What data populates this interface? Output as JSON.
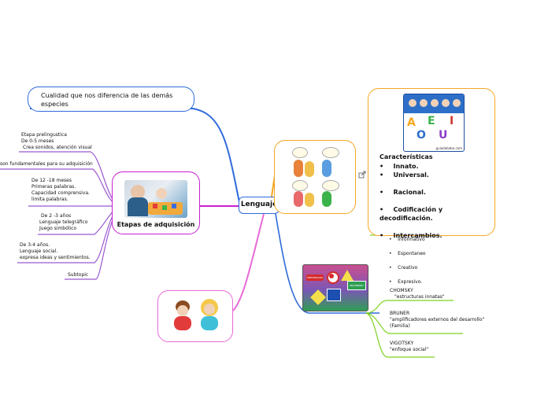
{
  "central": "Lenguaje",
  "cualidad": "Cualidad que nos diferencia de las demás especies",
  "etapas": {
    "title": "Etapas de adquisición",
    "items": [
      [
        "Etapa prelingustica",
        "De 0-5 meses",
        "Crea sonidos, atención visual"
      ],
      [
        "son fundamentales para su adquisición"
      ],
      [
        "De 12 -18 meses",
        "Primeras palabras.",
        "Capacidad comprensiva.",
        "limita palabras."
      ],
      [
        "De 2 -3 años",
        "Lenguaje telegráfico",
        "Juego simbólico"
      ],
      [
        "De 3-4 años.",
        "Lenguaje social.",
        "expresa ideas y sentimientos."
      ],
      [
        "Subtopic"
      ]
    ]
  },
  "caracteristicas": {
    "title": "Características",
    "items": [
      "Innato.",
      "Universal.",
      "Racional.",
      "Codificación y decodificación.",
      "Intercambios."
    ],
    "vowels_caption": "guiadebebe.com"
  },
  "funciones": [
    "Informativo",
    "Espontaneo",
    "Creativo",
    "Expresivo."
  ],
  "teorias": [
    [
      "CHOMSKY",
      "\"estructuras innatas\""
    ],
    [
      "BRUNER",
      "\"amplificadores externos del desarrollo\"",
      "(Familia)"
    ],
    [
      "VIGOTSKY",
      "\"enfoque social\""
    ]
  ],
  "vowels": [
    "A",
    "E",
    "I",
    "O",
    "U"
  ],
  "signs": {
    "left": "PREVENCIÓN",
    "right": "PROHIBIDO"
  },
  "colors": {
    "blue": "#2f6bdc",
    "magenta": "#c81fd1",
    "orange": "#f5a623",
    "green": "#7ed321",
    "pink": "#e86ad8"
  }
}
